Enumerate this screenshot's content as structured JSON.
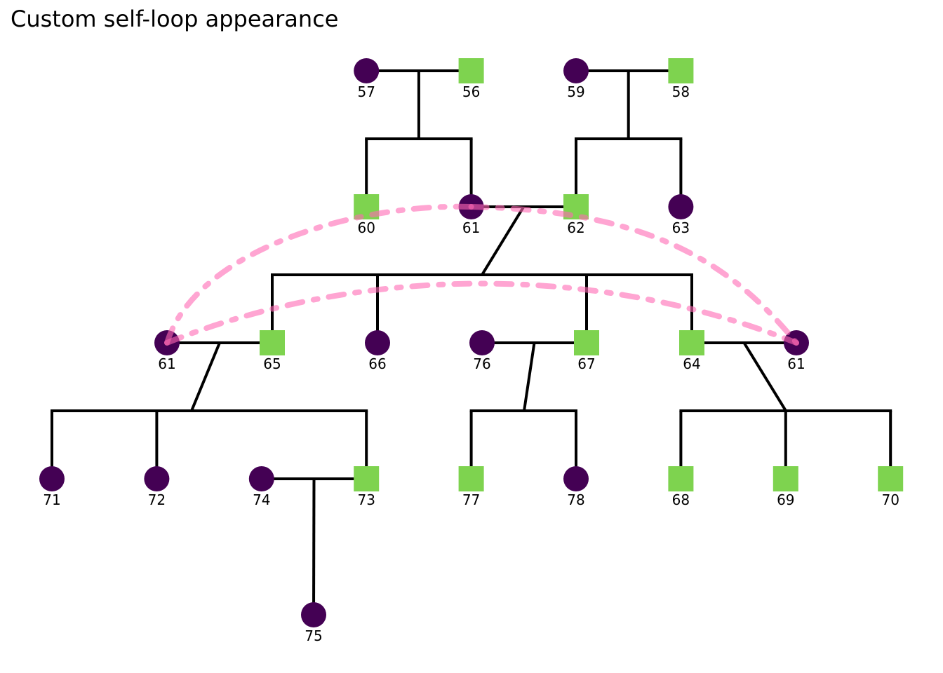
{
  "title": "Custom self-loop appearance",
  "colors": {
    "female": "#440154",
    "male": "#7ED34F",
    "line": "#000000",
    "self_loop": "#FF69B4"
  },
  "individuals": [
    {
      "id": "57",
      "sex": "female",
      "gen": 0,
      "col": 3
    },
    {
      "id": "56",
      "sex": "male",
      "gen": 0,
      "col": 4
    },
    {
      "id": "59",
      "sex": "female",
      "gen": 0,
      "col": 5
    },
    {
      "id": "58",
      "sex": "male",
      "gen": 0,
      "col": 6
    },
    {
      "id": "60",
      "sex": "male",
      "gen": 1,
      "col": 3
    },
    {
      "id": "61",
      "sex": "female",
      "gen": 1,
      "col": 4,
      "key": "61a"
    },
    {
      "id": "62",
      "sex": "male",
      "gen": 1,
      "col": 5
    },
    {
      "id": "63",
      "sex": "female",
      "gen": 1,
      "col": 6
    },
    {
      "id": "61",
      "sex": "female",
      "gen": 2,
      "col": 1.1,
      "key": "61b"
    },
    {
      "id": "65",
      "sex": "male",
      "gen": 2,
      "col": 2
    },
    {
      "id": "66",
      "sex": "female",
      "gen": 2,
      "col": 3
    },
    {
      "id": "76",
      "sex": "female",
      "gen": 2,
      "col": 4
    },
    {
      "id": "67",
      "sex": "male",
      "gen": 2,
      "col": 5
    },
    {
      "id": "64",
      "sex": "male",
      "gen": 2,
      "col": 6
    },
    {
      "id": "61",
      "sex": "female",
      "gen": 2,
      "col": 7,
      "key": "61c"
    },
    {
      "id": "71",
      "sex": "female",
      "gen": 3,
      "col": 0
    },
    {
      "id": "72",
      "sex": "female",
      "gen": 3,
      "col": 1
    },
    {
      "id": "74",
      "sex": "female",
      "gen": 3,
      "col": 2
    },
    {
      "id": "73",
      "sex": "male",
      "gen": 3,
      "col": 3
    },
    {
      "id": "77",
      "sex": "male",
      "gen": 3,
      "col": 4
    },
    {
      "id": "78",
      "sex": "female",
      "gen": 3,
      "col": 5
    },
    {
      "id": "68",
      "sex": "male",
      "gen": 3,
      "col": 6
    },
    {
      "id": "69",
      "sex": "male",
      "gen": 3,
      "col": 7
    },
    {
      "id": "70",
      "sex": "male",
      "gen": 3,
      "col": 8
    },
    {
      "id": "75",
      "sex": "female",
      "gen": 4,
      "col": 2.5
    }
  ],
  "families": [
    {
      "parents": [
        "57",
        "56"
      ],
      "children": [
        "60",
        "61a"
      ]
    },
    {
      "parents": [
        "59",
        "58"
      ],
      "children": [
        "62",
        "63"
      ]
    },
    {
      "parents": [
        "61a",
        "62"
      ],
      "children": [
        "65",
        "66",
        "67",
        "64"
      ]
    },
    {
      "parents": [
        "61b",
        "65"
      ],
      "children": [
        "71",
        "72",
        "73"
      ]
    },
    {
      "parents": [
        "76",
        "67"
      ],
      "children": [
        "77",
        "78"
      ]
    },
    {
      "parents": [
        "64",
        "61c"
      ],
      "children": [
        "68",
        "69",
        "70"
      ]
    },
    {
      "parents": [
        "74",
        "73"
      ],
      "children": [
        "75"
      ]
    }
  ],
  "self_loops": [
    {
      "from": "61a",
      "to": "61b"
    },
    {
      "from": "61a",
      "to": "61c"
    },
    {
      "from": "61b",
      "to": "61c"
    }
  ]
}
